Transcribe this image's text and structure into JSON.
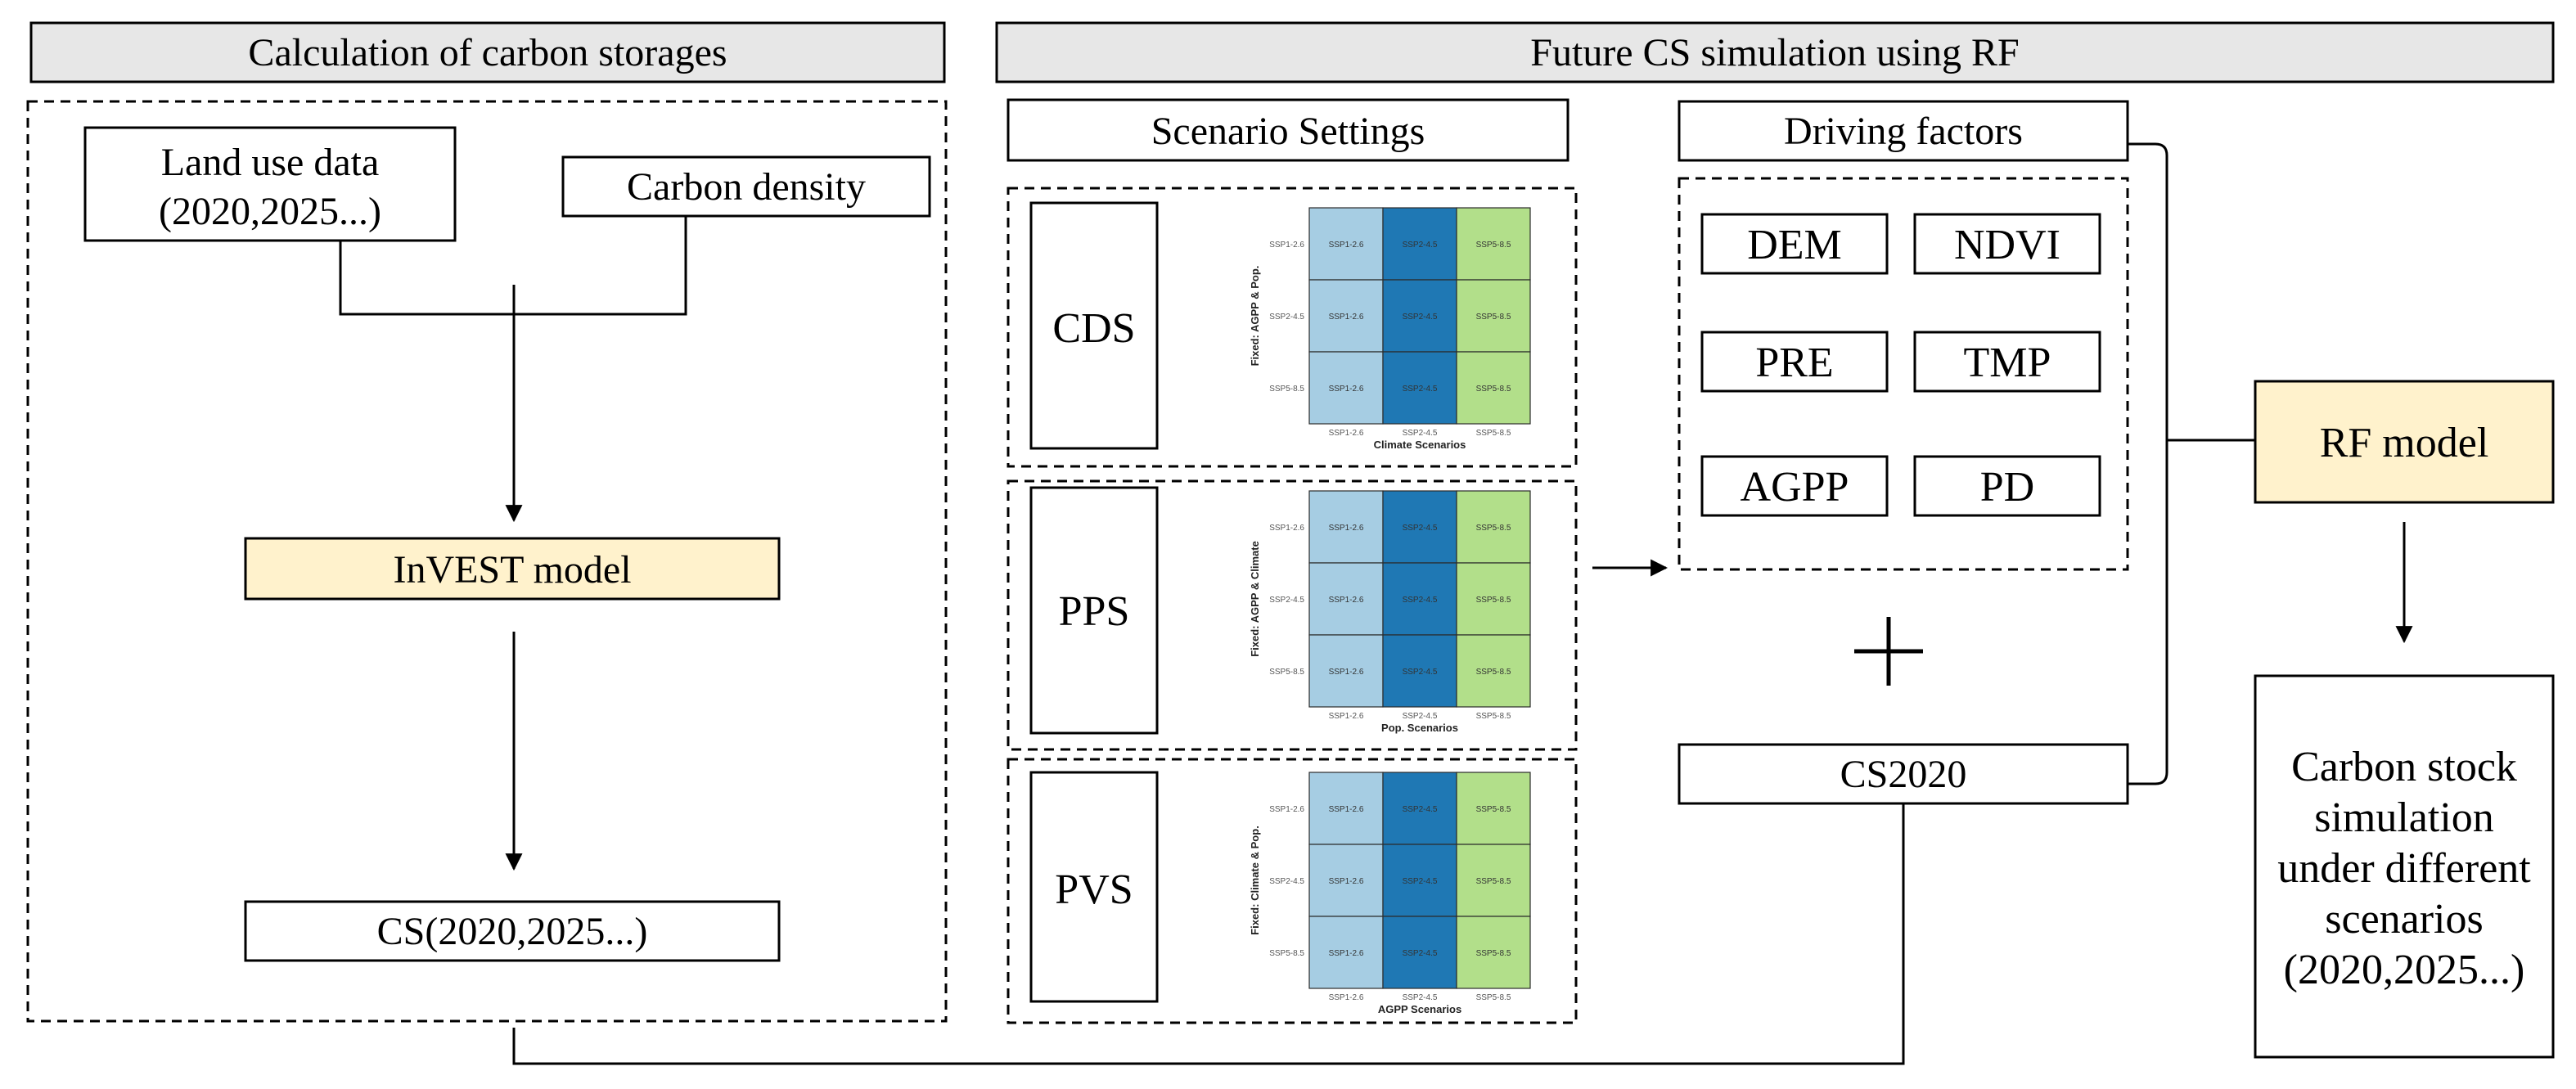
{
  "headers": {
    "left": "Calculation of carbon storages",
    "right": "Future CS simulation using RF"
  },
  "left_panel": {
    "land_use_line1": "Land use data",
    "land_use_line2": "(2020,2025...)",
    "carbon_density": "Carbon density",
    "invest_model": "InVEST model",
    "cs_output": "CS(2020,2025...)"
  },
  "scenario_settings": {
    "title": "Scenario Settings",
    "ssp_labels": [
      "SSP1-2.6",
      "SSP2-4.5",
      "SSP5-8.5"
    ],
    "colors": [
      "#a6cde3",
      "#1f78b4",
      "#b2df8a"
    ],
    "scenarios": [
      {
        "name": "CDS",
        "ylabel": "Fixed: AGPP & Pop.",
        "xlabel": "Climate Scenarios"
      },
      {
        "name": "PPS",
        "ylabel": "Fixed: AGPP & Climate",
        "xlabel": "Pop. Scenarios"
      },
      {
        "name": "PVS",
        "ylabel": "Fixed: Climate & Pop.",
        "xlabel": "AGPP Scenarios"
      }
    ]
  },
  "driving_factors": {
    "title": "Driving factors",
    "items": [
      "DEM",
      "NDVI",
      "PRE",
      "TMP",
      "AGPP",
      "PD"
    ]
  },
  "plus_sign": "+",
  "cs2020": "CS2020",
  "rf_model": "RF model",
  "output": {
    "lines": [
      "Carbon stock",
      "simulation",
      "under different",
      "scenarios",
      "(2020,2025...)"
    ]
  }
}
